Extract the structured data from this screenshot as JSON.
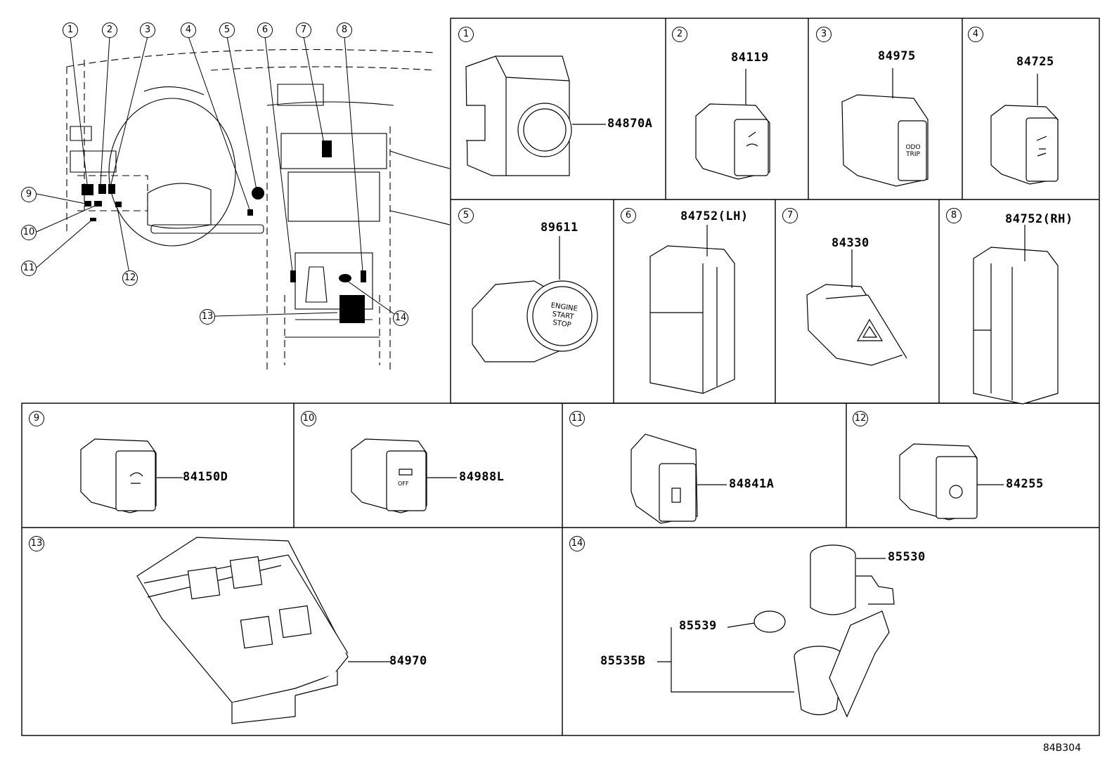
{
  "overview": {
    "callouts": [
      "1",
      "2",
      "3",
      "4",
      "5",
      "6",
      "7",
      "8",
      "9",
      "10",
      "11",
      "12",
      "13",
      "14"
    ]
  },
  "panels": [
    {
      "index": "1",
      "parts": [
        "84870A"
      ]
    },
    {
      "index": "2",
      "parts": [
        "84119"
      ]
    },
    {
      "index": "3",
      "parts": [
        "84975"
      ],
      "face_text": [
        "ODO",
        "TRIP"
      ]
    },
    {
      "index": "4",
      "parts": [
        "84725"
      ]
    },
    {
      "index": "5",
      "parts": [
        "89611"
      ],
      "face_text": [
        "ENGINE",
        "START",
        "STOP"
      ]
    },
    {
      "index": "6",
      "parts": [
        "84752(LH)"
      ]
    },
    {
      "index": "7",
      "parts": [
        "84330"
      ]
    },
    {
      "index": "8",
      "parts": [
        "84752(RH)"
      ]
    },
    {
      "index": "9",
      "parts": [
        "84150D"
      ]
    },
    {
      "index": "10",
      "parts": [
        "84988L"
      ],
      "face_text": [
        "OFF"
      ]
    },
    {
      "index": "11",
      "parts": [
        "84841A"
      ]
    },
    {
      "index": "12",
      "parts": [
        "84255"
      ]
    },
    {
      "index": "13",
      "parts": [
        "84970"
      ]
    },
    {
      "index": "14",
      "parts": [
        "85530",
        "85539",
        "85535B"
      ]
    }
  ],
  "diagram_code": "84B304",
  "icons": [
    "mirror-switch-icon",
    "stability-control-icon",
    "hazard-triangle-icon",
    "fuel-door-icon",
    "headlight-washer-icon",
    "traction-off-icon",
    "power-outlet-icon"
  ]
}
